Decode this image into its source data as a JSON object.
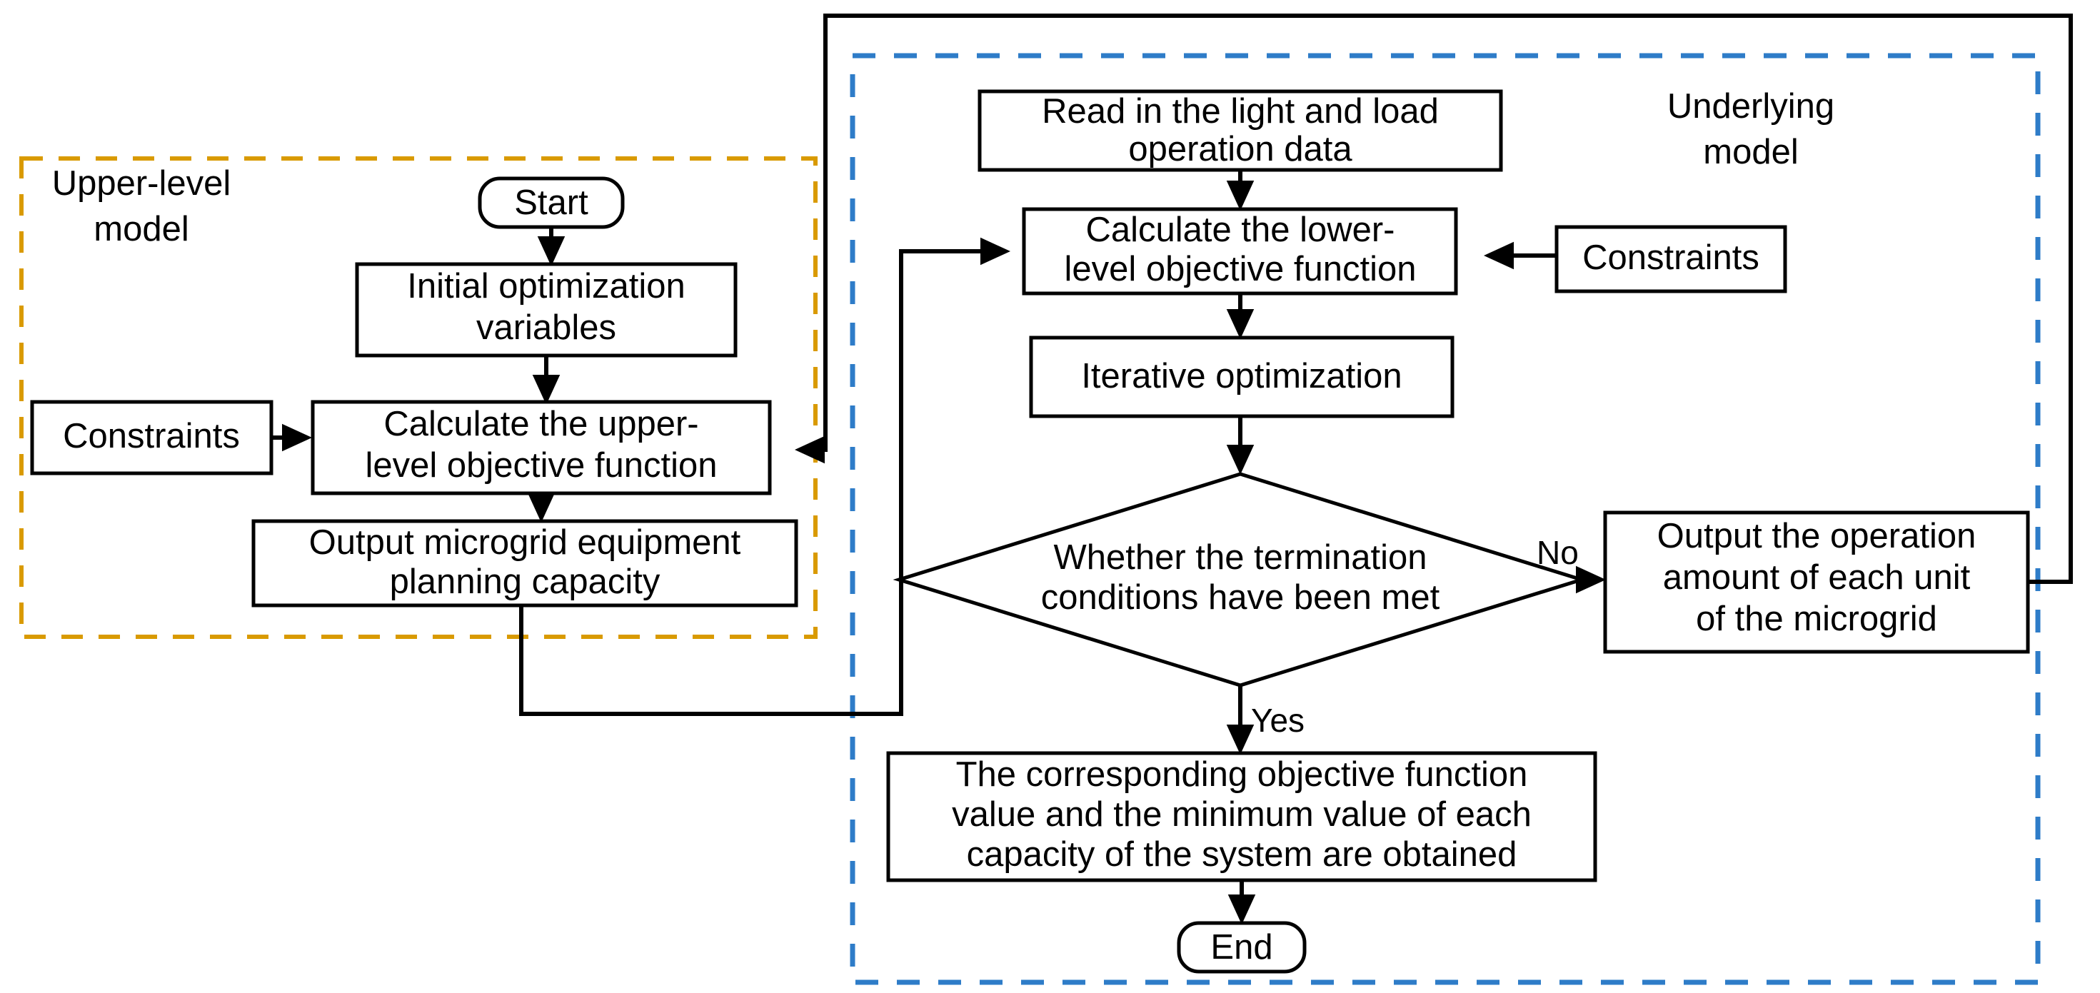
{
  "diagram": {
    "title": "Bi-level microgrid planning optimization flowchart",
    "colors": {
      "upper_group_border": "#D99A00",
      "lower_group_border": "#2E7CC8",
      "node_stroke": "#000000",
      "node_fill": "#FFFFFF",
      "background": "#FFFFFF"
    },
    "groups": [
      {
        "id": "upper",
        "label_line1": "Upper-level",
        "label_line2": "model",
        "border_color": "#D99A00",
        "style": "dashed"
      },
      {
        "id": "lower",
        "label_line1": "Underlying",
        "label_line2": "model",
        "border_color": "#2E7CC8",
        "style": "dashed"
      }
    ],
    "nodes": [
      {
        "id": "start",
        "shape": "terminator",
        "lines": [
          "Start"
        ]
      },
      {
        "id": "init-vars",
        "shape": "process",
        "lines": [
          "Initial optimization",
          "variables"
        ]
      },
      {
        "id": "constraints-upper",
        "shape": "process",
        "lines": [
          "Constraints"
        ]
      },
      {
        "id": "calc-upper",
        "shape": "process",
        "lines": [
          "Calculate the upper-",
          "level objective function"
        ]
      },
      {
        "id": "output-capacity",
        "shape": "process",
        "lines": [
          "Output microgrid equipment",
          "planning capacity"
        ]
      },
      {
        "id": "read-data",
        "shape": "process",
        "lines": [
          "Read in the light and load",
          "operation data"
        ]
      },
      {
        "id": "calc-lower",
        "shape": "process",
        "lines": [
          "Calculate the lower-",
          "level objective function"
        ]
      },
      {
        "id": "constraints-lower",
        "shape": "process",
        "lines": [
          "Constraints"
        ]
      },
      {
        "id": "iterative-opt",
        "shape": "process",
        "lines": [
          "Iterative optimization"
        ]
      },
      {
        "id": "decision-termination",
        "shape": "decision",
        "lines": [
          "Whether the termination",
          "conditions have been met"
        ]
      },
      {
        "id": "output-operation",
        "shape": "process",
        "lines": [
          "Output the operation",
          "amount of each unit",
          "of the microgrid"
        ]
      },
      {
        "id": "result",
        "shape": "process",
        "lines": [
          "The corresponding objective function",
          "value and the minimum value of each",
          "capacity of the system are obtained"
        ]
      },
      {
        "id": "end",
        "shape": "terminator",
        "lines": [
          "End"
        ]
      }
    ],
    "edge_labels": {
      "no": "No",
      "yes": "Yes"
    }
  }
}
